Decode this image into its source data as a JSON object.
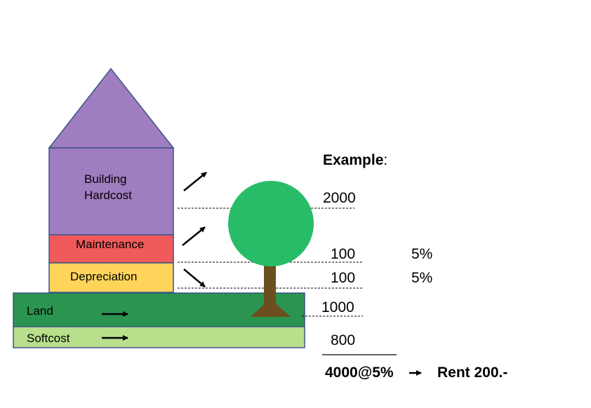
{
  "building": {
    "hardcost_label": [
      "Building",
      "Hardcost"
    ],
    "maintenance_label": "Maintenance",
    "depreciation_label": "Depreciation"
  },
  "ground": {
    "land_label": "Land",
    "softcost_label": "Softcost"
  },
  "example": {
    "title": "Example",
    "title_colon": ":",
    "hardcost_value": "2000",
    "maintenance_value": "100",
    "maintenance_rate": "5%",
    "depreciation_value": "100",
    "depreciation_rate": "5%",
    "land_value": "1000",
    "softcost_value": "800",
    "total": "4000@5%",
    "rent": "Rent 200.-"
  },
  "colors": {
    "roof": "#a07cc0",
    "hardcost": "#a07cc0",
    "maintenance": "#f05a5a",
    "depreciation": "#fed55a",
    "land": "#2a9450",
    "softcost": "#b7df8c",
    "outline": "#3a5585",
    "tree_crown": "#28bc69",
    "tree_trunk": "#6b4f1e"
  }
}
